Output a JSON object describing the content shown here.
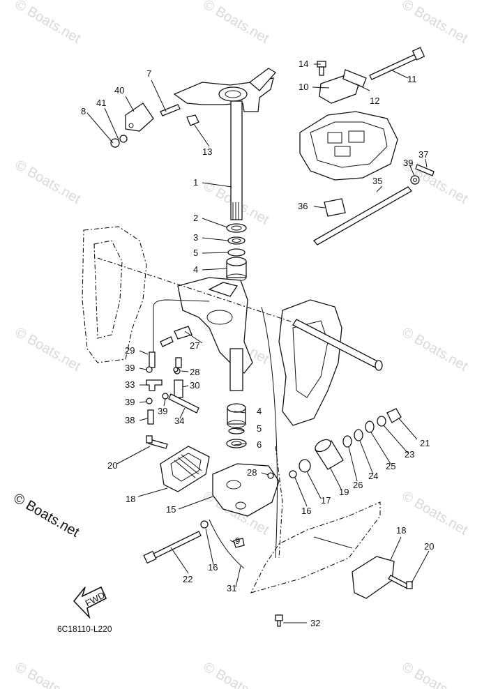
{
  "watermark": {
    "text": "© Boats.net",
    "brand_text": "© Boats.net"
  },
  "diagram_code": "6C18110-L220",
  "fwd_label": "FWD",
  "callouts": [
    "1",
    "2",
    "3",
    "4",
    "5",
    "6",
    "7",
    "8",
    "9",
    "10",
    "11",
    "12",
    "13",
    "14",
    "15",
    "16",
    "17",
    "18",
    "19",
    "20",
    "21",
    "22",
    "23",
    "24",
    "25",
    "26",
    "27",
    "28",
    "29",
    "30",
    "31",
    "32",
    "33",
    "34",
    "35",
    "36",
    "37",
    "38",
    "39",
    "40",
    "41"
  ]
}
